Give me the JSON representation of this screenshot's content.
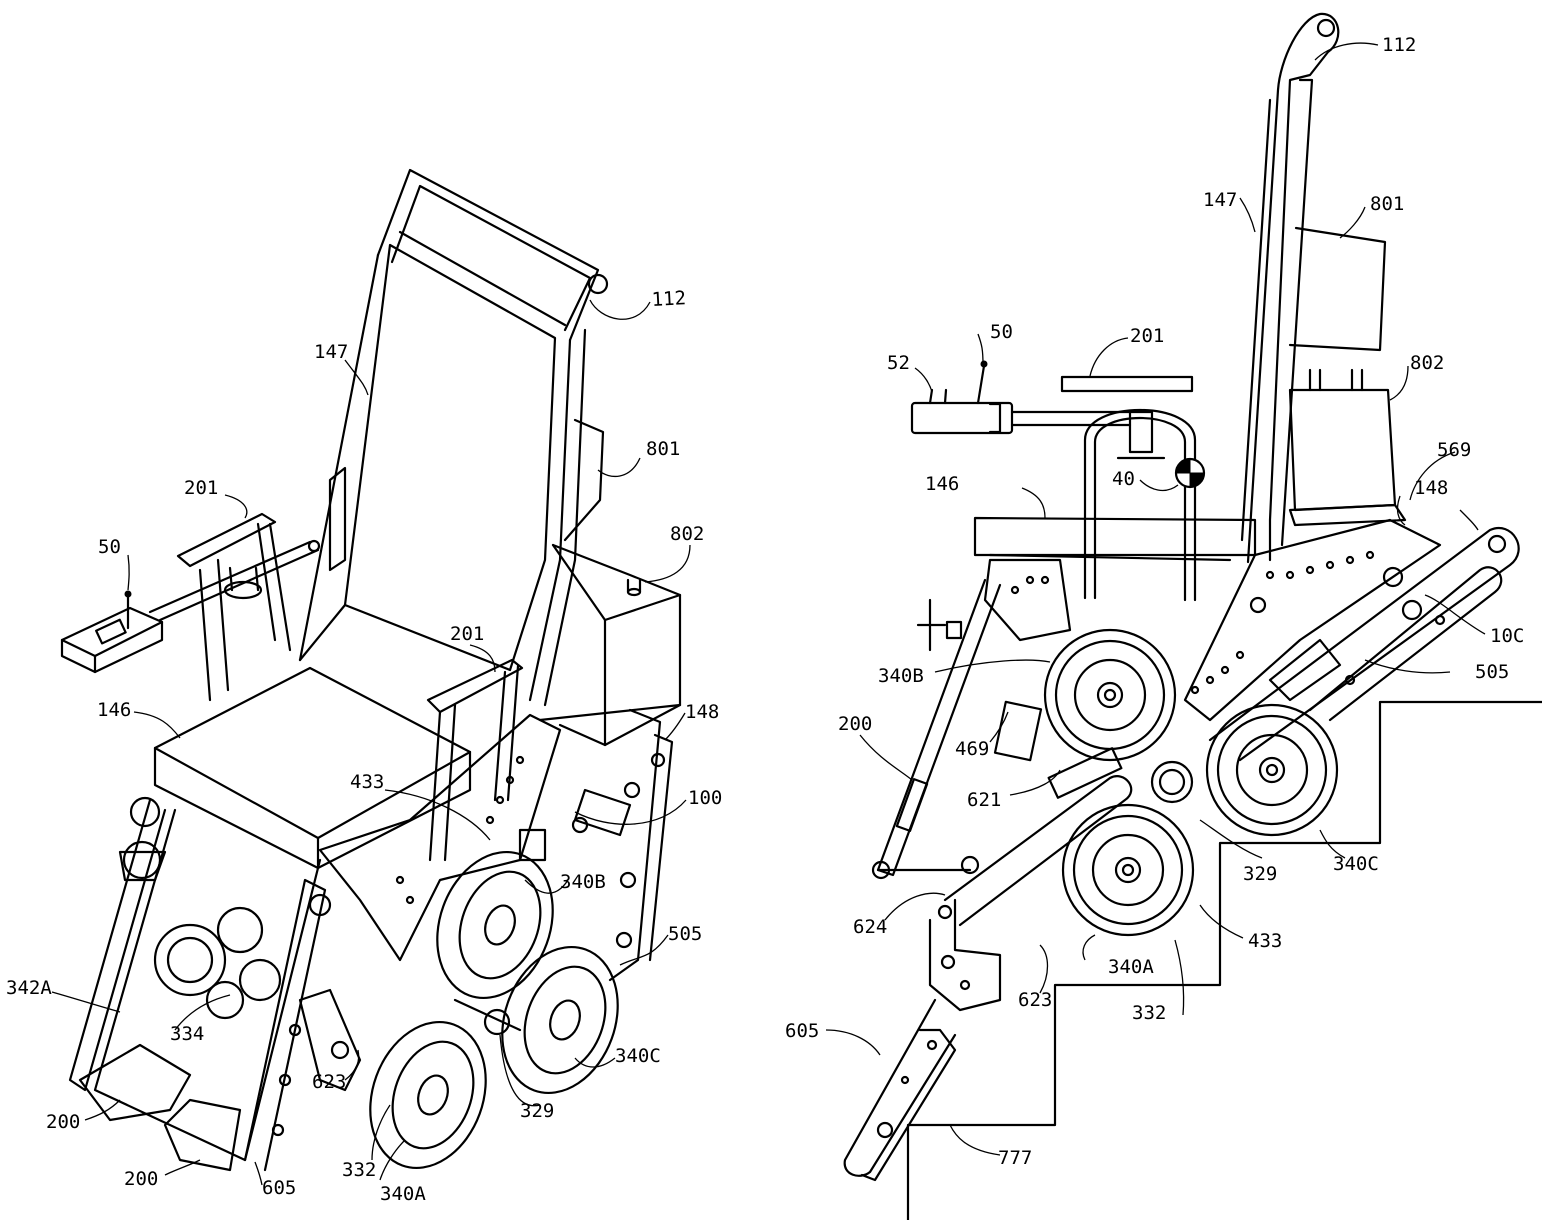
{
  "figure_left": {
    "labels": {
      "handle": "112",
      "backrest": "147",
      "box_upper": "801",
      "box_lower": "802",
      "armrest_left": "201",
      "armrest_right": "201",
      "controller": "50",
      "seat": "146",
      "frame_right": "148",
      "wheel_arm": "433",
      "chassis": "100",
      "wheel_b": "340B",
      "track": "505",
      "wheel_c": "340C",
      "pivot": "329",
      "link": "623",
      "axle": "332",
      "wheel_a": "340A",
      "foot_frame_1": "200",
      "foot_frame_2": "200",
      "lower_leg": "605",
      "wheel_left": "342A",
      "hub": "334"
    }
  },
  "figure_right": {
    "labels": {
      "handle": "112",
      "backrest": "147",
      "box_upper": "801",
      "controller": "50",
      "control_box": "52",
      "armrest": "201",
      "box_lower": "802",
      "bracket": "569",
      "seat": "146",
      "joint": "40",
      "frame": "148",
      "chassis": "10C",
      "track": "505",
      "wheel_b": "340B",
      "leg_frame": "200",
      "motor": "469",
      "gear": "621",
      "pivot": "329",
      "wheel_c": "340C",
      "roller": "624",
      "wheel_arm": "433",
      "wheel_a": "340A",
      "link": "623",
      "axle": "332",
      "lower_leg": "605",
      "stairs": "777"
    }
  }
}
